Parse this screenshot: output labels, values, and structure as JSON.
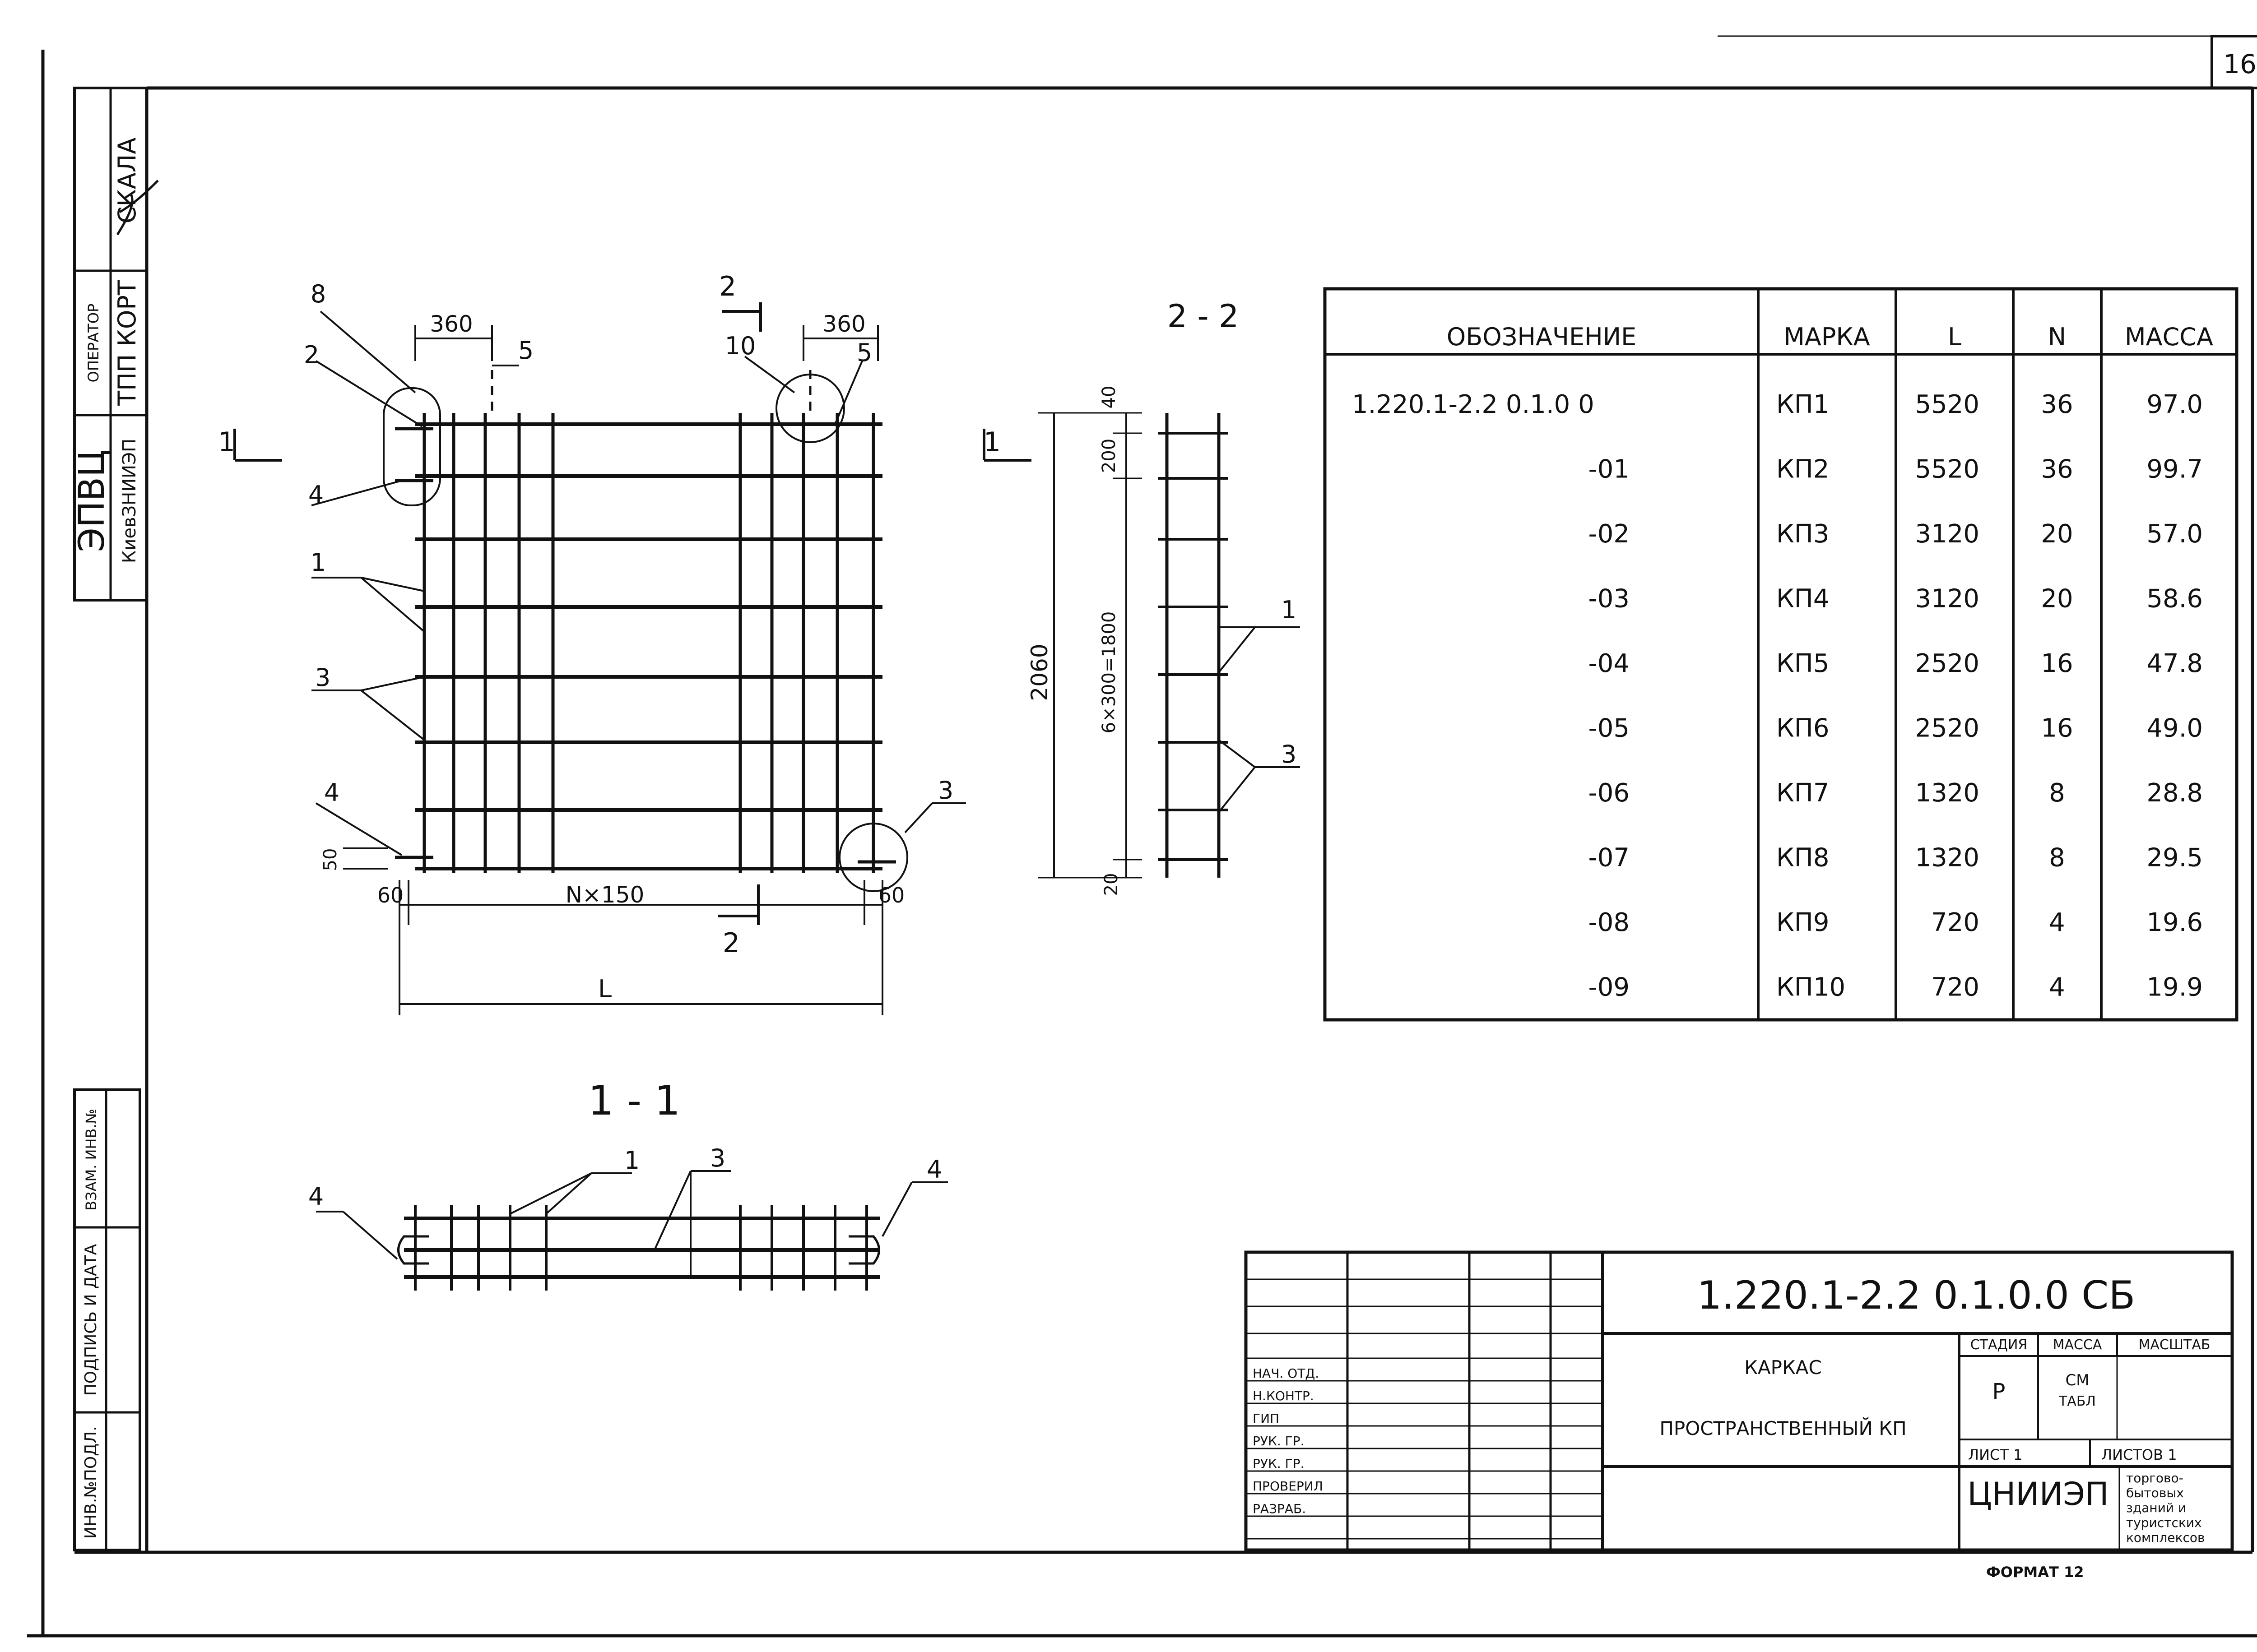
{
  "sheet_number": "16",
  "stamp": {
    "org_line1": "ЭПВЦ",
    "org_line2": "КиевЗНИИЭП",
    "operator_label": "ОПЕРАТОР",
    "operator_value": "ТПП КОРТ",
    "skala": "СКАЛА"
  },
  "left_strip": {
    "inv_podl": "ИНВ.№ПОДЛ.",
    "podpis_data": "ПОДПИСЬ И ДАТА",
    "vzam_inv": "ВЗАМ. ИНВ.№"
  },
  "plan": {
    "dim_360_left": "360",
    "dim_360_right": "360",
    "dim_60_left": "60",
    "dim_60_right": "60",
    "dim_n150": "N×150",
    "dim_L": "L",
    "dim_50": "50",
    "sec1_left": "1",
    "sec1_right": "1",
    "sec2_top": "2",
    "sec2_bottom": "2",
    "labels": {
      "c8": "8",
      "c2": "2",
      "c4a": "4",
      "c1": "1",
      "c3": "3",
      "c4b": "4",
      "c5": "5",
      "c10": "10",
      "c5b": "5",
      "c3b": "3"
    }
  },
  "section22": {
    "title": "2 - 2",
    "dim_40": "40",
    "dim_200": "200",
    "dim_2060": "2060",
    "dim_6x300": "6×300=1800",
    "dim_20": "20",
    "c1": "1",
    "c3": "3"
  },
  "section11": {
    "title": "1 - 1",
    "c4l": "4",
    "c1": "1",
    "c3": "3",
    "c4r": "4"
  },
  "table": {
    "headers": [
      "ОБОЗНАЧЕНИЕ",
      "МАРКА",
      "L",
      "N",
      "МАССА"
    ],
    "rows": [
      [
        "1.220.1-2.2 0.1.0 0",
        "КП1",
        "5520",
        "36",
        "97.0"
      ],
      [
        "-01",
        "КП2",
        "5520",
        "36",
        "99.7"
      ],
      [
        "-02",
        "КП3",
        "3120",
        "20",
        "57.0"
      ],
      [
        "-03",
        "КП4",
        "3120",
        "20",
        "58.6"
      ],
      [
        "-04",
        "КП5",
        "2520",
        "16",
        "47.8"
      ],
      [
        "-05",
        "КП6",
        "2520",
        "16",
        "49.0"
      ],
      [
        "-06",
        "КП7",
        "1320",
        "8",
        "28.8"
      ],
      [
        "-07",
        "КП8",
        "1320",
        "8",
        "29.5"
      ],
      [
        "-08",
        "КП9",
        "720",
        "4",
        "19.6"
      ],
      [
        "-09",
        "КП10",
        "720",
        "4",
        "19.9"
      ]
    ]
  },
  "title_block": {
    "doc_code": "1.220.1-2.2 0.1.0.0 СБ",
    "name_line1": "КАРКАС",
    "name_line2": "ПРОСТРАНСТВЕННЫЙ  КП",
    "stadiya_label": "СТАДИЯ",
    "massa_label": "МАССА",
    "masshtab_label": "МАСШТАБ",
    "stadiya_value": "Р",
    "massa_value_1": "СМ",
    "massa_value_2": "ТАБЛ",
    "list_label": "ЛИСТ 1",
    "listov_label": "ЛИСТОВ 1",
    "org": "ЦНИИЭП",
    "org_desc": [
      "торгово-",
      "бытовых",
      "зданий и",
      "туристских",
      "комплексов"
    ],
    "roles": [
      "НАЧ. ОТД.",
      "Н.КОНТР.",
      "ГИП",
      "РУК. ГР.",
      "РУК. ГР.",
      "ПРОВЕРИЛ",
      "РАЗРАБ."
    ],
    "format": "ФОРМАТ 12"
  }
}
